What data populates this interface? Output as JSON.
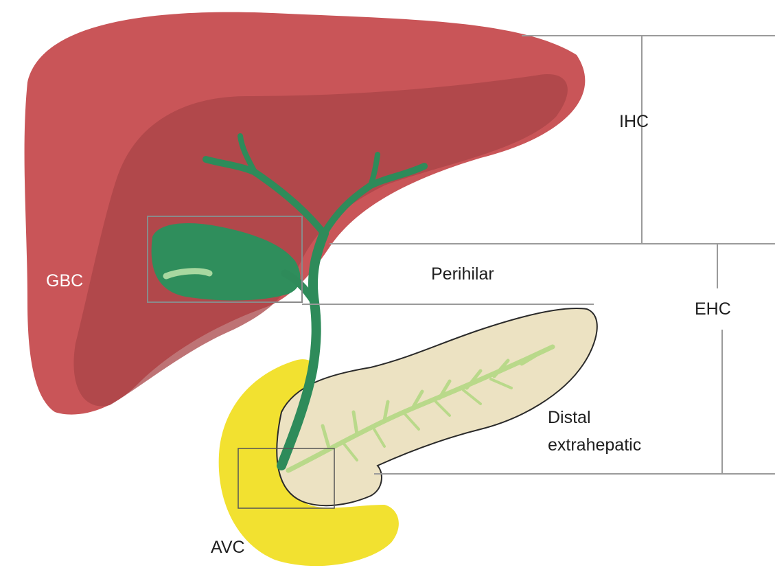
{
  "labels": {
    "ihc": "IHC",
    "perihilar": "Perihilar",
    "ehc": "EHC",
    "gbc": "GBC",
    "distal_line1": "Distal",
    "distal_line2": "extrahepatic",
    "avc": "AVC"
  },
  "colors": {
    "liver": "#c95558",
    "liver_inner": "#a84447",
    "biliary_tree": "#2e8b5a",
    "gallbladder": "#2f8e5c",
    "pancreas": "#ece2c2",
    "pancreatic_duct": "#b9d98a",
    "duodenum": "#f2e130",
    "divider_lines": "#9a9a9a",
    "box_outline": "#8a8a8a"
  }
}
